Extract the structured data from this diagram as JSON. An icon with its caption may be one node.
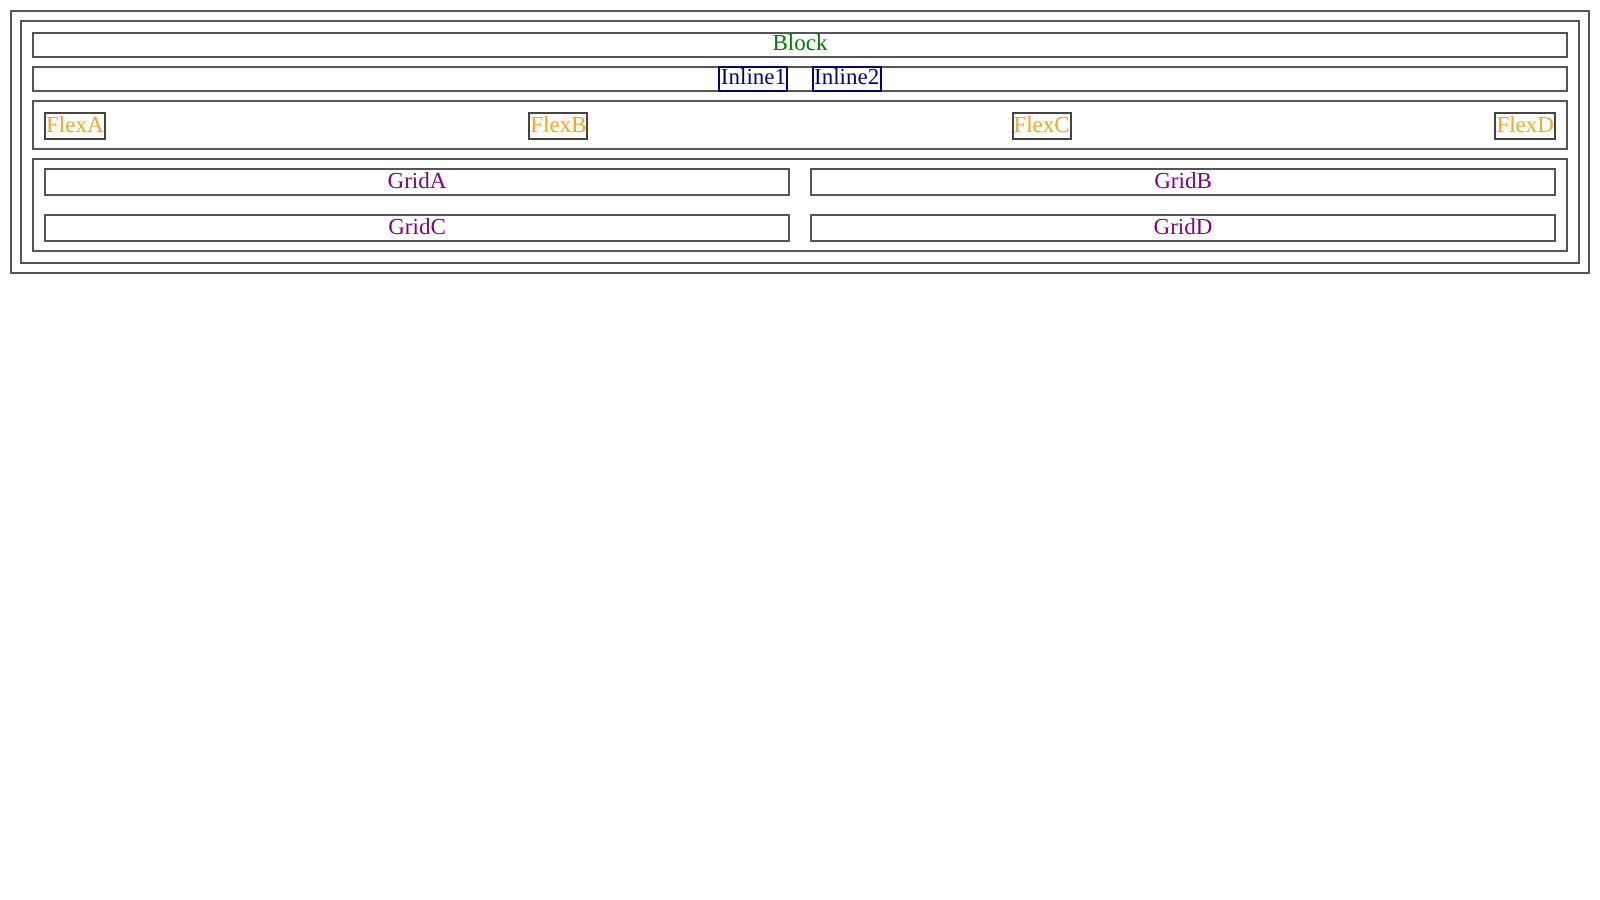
{
  "diagram": {
    "nodes": [
      {
        "text": [],
        "shape": "box"
      },
      {
        "text": [],
        "shape": "box",
        "in": 0
      },
      {
        "text": [
          "Block"
        ],
        "in": 1
      },
      {
        "text": [],
        "shape": "box",
        "in": 1
      },
      {
        "text": [
          "Inline1"
        ],
        "in": 3
      },
      {
        "text": [
          "Inline2"
        ],
        "in": 3
      },
      {
        "text": [],
        "shape": "box",
        "in": 1
      },
      {
        "text": [
          "FlexA"
        ],
        "in": 6
      },
      {
        "text": [
          "FlexB"
        ],
        "in": 6
      },
      {
        "text": [
          "FlexC"
        ],
        "in": 6
      },
      {
        "text": [
          "FlexD"
        ],
        "in": 6
      },
      {
        "text": [],
        "shape": "box",
        "in": 1
      },
      {
        "text": [
          "GridA"
        ],
        "in": 11
      },
      {
        "text": [
          "GridB"
        ],
        "in": 11
      },
      {
        "text": [
          "GridC"
        ],
        "in": 11
      },
      {
        "text": [
          "GridD"
        ],
        "in": 11
      }
    ]
  }
}
